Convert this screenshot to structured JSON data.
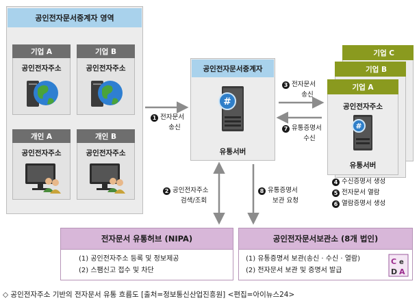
{
  "zone": {
    "title": "공인전자문서중계자 영역",
    "cards": [
      {
        "name": "기업 A",
        "label": "공인전자주소",
        "icon": "globe-computer-icon"
      },
      {
        "name": "기업 B",
        "label": "공인전자주소",
        "icon": "globe-computer-icon"
      },
      {
        "name": "개인 A",
        "label": "공인전자주소",
        "icon": "monitor-people-icon"
      },
      {
        "name": "개인 B",
        "label": "공인전자주소",
        "icon": "monitor-people-icon"
      }
    ]
  },
  "center": {
    "title": "공인전자문서중계자",
    "server_label": "유통서버"
  },
  "right": {
    "cards": [
      "기업 C",
      "기업 B",
      "기업 A"
    ],
    "label": "공인전자주소",
    "server_label": "유통서버",
    "notes": [
      {
        "num": "4",
        "text": "수신증명서 생성"
      },
      {
        "num": "5",
        "text": "전자문서 열람"
      },
      {
        "num": "6",
        "text": "열람증명서 생성"
      }
    ]
  },
  "flows": {
    "f1": {
      "num": "1",
      "line1": "전자문서",
      "line2": "송신"
    },
    "f2": {
      "num": "2",
      "line1": "공인전자주소",
      "line2": "검색/조회"
    },
    "f3": {
      "num": "3",
      "line1": "전자문서",
      "line2": "송신"
    },
    "f7": {
      "num": "7",
      "line1": "유통증명서",
      "line2": "수신"
    },
    "f8": {
      "num": "8",
      "line1": "유통증명서",
      "line2": "보관 요청"
    }
  },
  "hub": {
    "title": "전자문서 유통허브 (NIPA)",
    "items": [
      "(1) 공인전자주소 등록 및 정보제공",
      "(2) 스팸신고 접수 및 차단"
    ]
  },
  "archive": {
    "title": "공인전자문서보관소 (8개 법인)",
    "items": [
      "(1) 유통증명서 보관(송신 · 수신 · 열람)",
      "(2) 전자문서 보관 및 증명서 발급"
    ],
    "logo": "CeDA"
  },
  "caption": "◇ 공인전자주소 기반의 전자문서 유통 흐름도 [출처=정보통신산업진흥원] <편집=아이뉴스24>",
  "colors": {
    "blue_header": "#a9d2ec",
    "gray_header": "#6e6e6e",
    "olive_header": "#8a9a1f",
    "pink": "#d8b7d9"
  }
}
